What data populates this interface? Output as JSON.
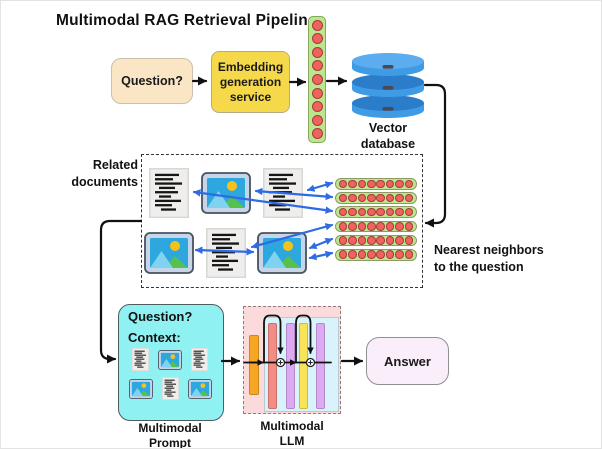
{
  "title": "Multimodal RAG Retrieval Pipeline",
  "flow": {
    "question": "Question?",
    "embedding_service": "Embedding generation service",
    "vector_database": {
      "line1": "Vector",
      "line2": "database"
    }
  },
  "retrieval": {
    "related_documents": {
      "line1": "Related",
      "line2": "documents"
    },
    "nearest_neighbors": {
      "line1": "Nearest neighbors",
      "line2": "to the question"
    },
    "query_vector_cells": 9,
    "neighbor_vectors": {
      "rows": 6,
      "cells_per_row": 8
    }
  },
  "prompt": {
    "question": "Question?",
    "context": "Context:",
    "caption": {
      "line1": "Multimodal",
      "line2": "Prompt"
    }
  },
  "llm": {
    "caption": {
      "line1": "Multimodal",
      "line2": "LLM"
    }
  },
  "answer": "Answer",
  "colors": {
    "question_box": "#FAE5C4",
    "embedding_box": "#F6D84B",
    "vector_green": "#BCE68C",
    "vector_dot_red": "#F0625D",
    "database_blue": "#3F9BE4",
    "match_arrow_blue": "#2E6BE4",
    "prompt_cyan": "#90F1F3",
    "llm_pink": "#FADADA",
    "llm_inner_cyan": "#D8F3FB",
    "answer_lavender": "#F9EEFA",
    "bar_orange": "#F6A623",
    "bar_salmon": "#F28C84",
    "bar_violet": "#DCA9F2",
    "bar_yellow": "#F8E456"
  }
}
